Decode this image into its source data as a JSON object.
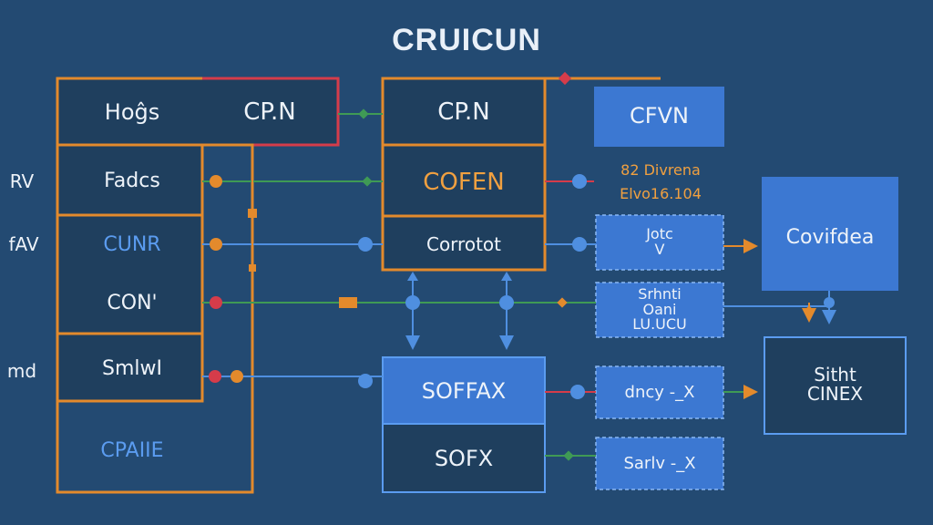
{
  "title": "CRUICUN",
  "side_labels": {
    "rv": "RV",
    "fav": "fAV",
    "md": "md"
  },
  "left_panel": {
    "header_left": "Hoĝs",
    "header_right": "CP.N",
    "rows": [
      "Fadcs",
      "CUNR",
      "CON'",
      "SmlwI",
      "CPAIIE"
    ]
  },
  "center_top": {
    "title": "CP.N",
    "row1": "COFEN",
    "row2": "Corrotot"
  },
  "center_bottom": {
    "top": "SOFFAX",
    "bottom": "SOFX"
  },
  "right_top_box": "CFVN",
  "annotation": {
    "line1": "82 Divrena",
    "line2": "Elvo16.104"
  },
  "right_boxes": {
    "b1": {
      "line1": "Jotc",
      "line2": "V"
    },
    "b2": {
      "line1": "Srhnti",
      "line2": "Oani",
      "line3": "LU.UCU"
    },
    "b3": "dncy -_X",
    "b4": "Sarlv -_X"
  },
  "far_right_top": "Covifdea",
  "far_right_bottom": {
    "line1": "Sitht",
    "line2": "CINEX"
  },
  "colors": {
    "background": "#234a72",
    "orange": "#e38a2c",
    "red": "#d53c4a",
    "blue_fill": "#3c78d2",
    "navy_fill": "#1f3f5e",
    "green": "#3f9a55",
    "wire_blue": "#4f8fe0"
  }
}
